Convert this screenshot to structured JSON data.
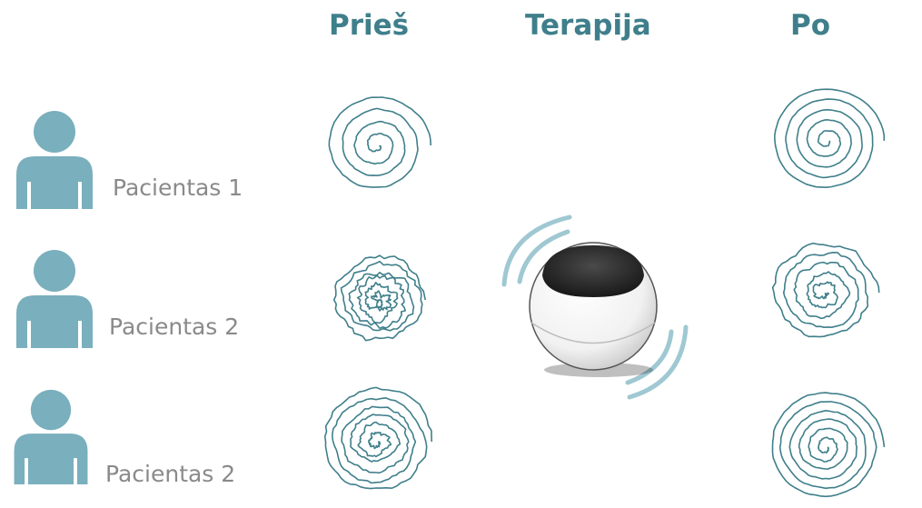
{
  "columns": {
    "before": "Prieš",
    "therapy": "Terapija",
    "after": "Po"
  },
  "patients": [
    {
      "label": "Pacientas 1"
    },
    {
      "label": "Pacientas 2"
    },
    {
      "label": "Pacientas 2"
    }
  ],
  "colors": {
    "heading": "#3f7f8b",
    "avatar": "#7aafbd",
    "spiral": "#3f7f8b",
    "waves": "#9fc8d2",
    "label": "#8a8a8a"
  },
  "icons": {
    "patient": "person-icon",
    "therapy": "vibration-device-icon"
  }
}
